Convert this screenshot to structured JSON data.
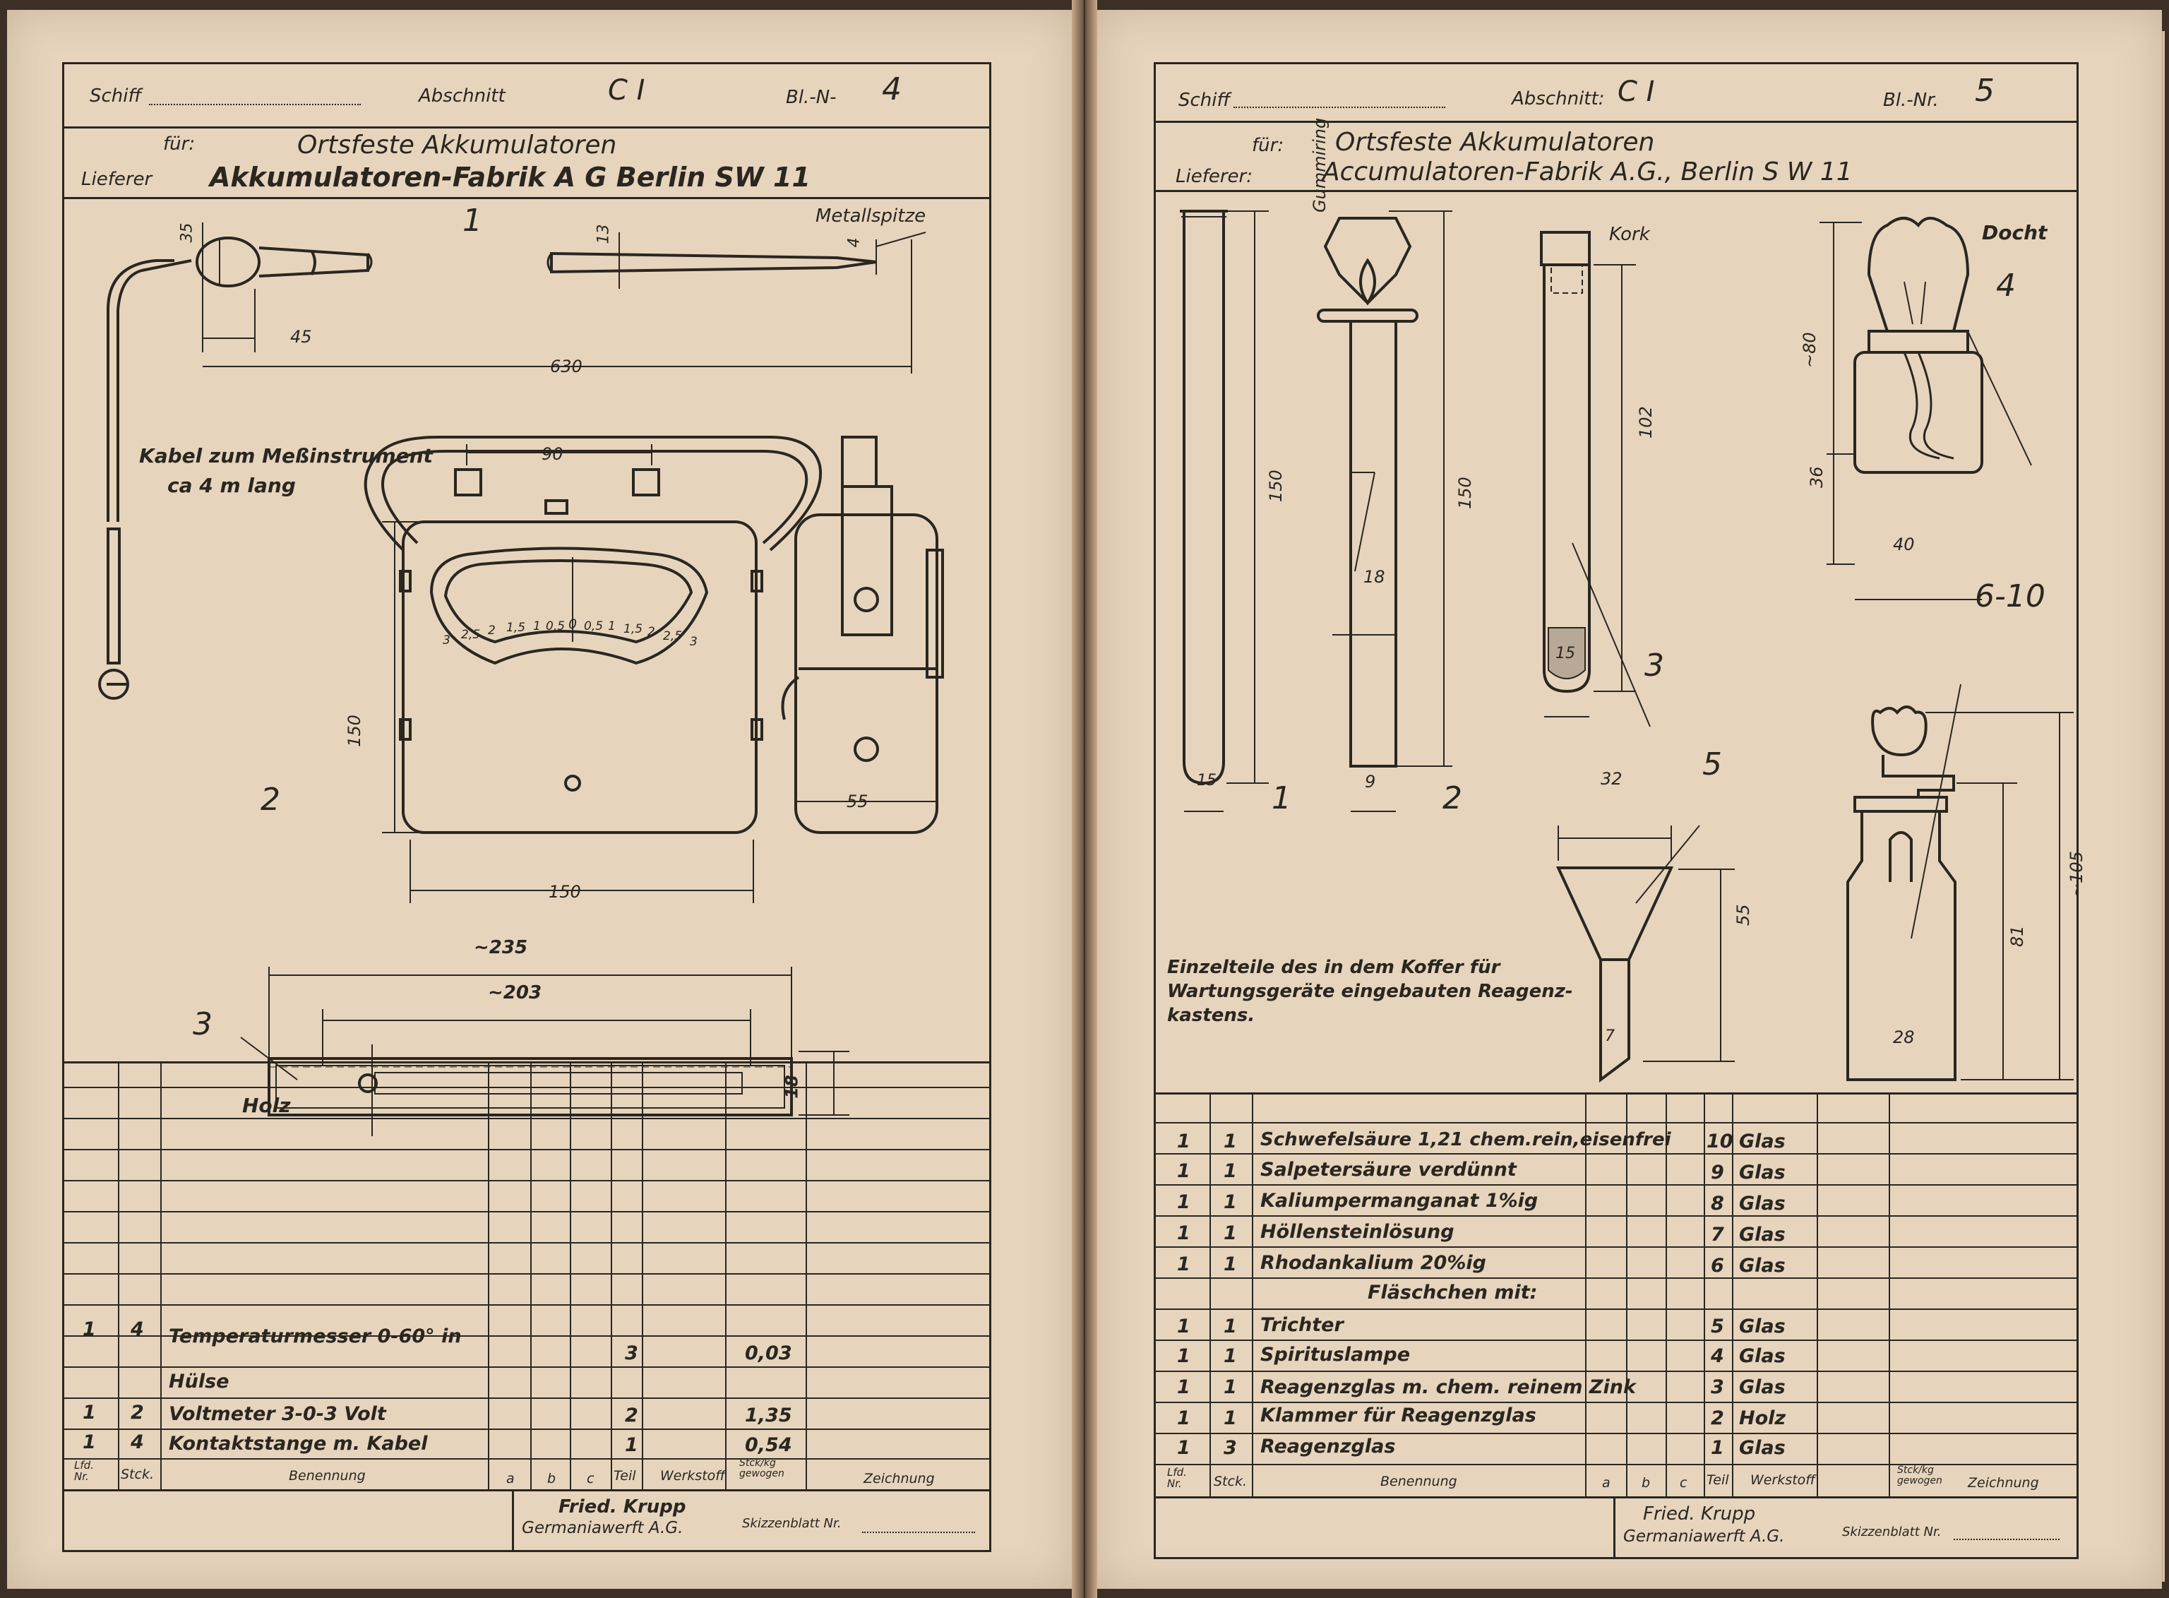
{
  "left": {
    "header": {
      "schiff_label": "Schiff",
      "abschnitt_label": "Abschnitt",
      "abschnitt_value": "C I",
      "blatt_label": "Bl.-N-",
      "blatt_value": "4",
      "fuer_label": "für:",
      "fuer_value": "Ortsfeste Akkumulatoren",
      "lieferer_label": "Lieferer",
      "lieferer_value": "Akkumulatoren-Fabrik A G Berlin SW 11"
    },
    "drawing": {
      "item1_number": "1",
      "dim_35": "35",
      "dim_13": "13",
      "dim_4": "4",
      "metallspitze": "Metallspitze",
      "dim_45": "45",
      "dim_630": "630",
      "kabel_note_1": "Kabel zum Meßinstrument",
      "kabel_note_2": "ca 4 m lang",
      "dim_90": "90",
      "dim_150_h": "150",
      "dim_150_w": "150",
      "dim_55": "55",
      "item2_number": "2",
      "scale_labels": [
        "3",
        "2,5",
        "2",
        "1,5",
        "1",
        "0,5",
        "0",
        "0,5",
        "1",
        "1,5",
        "2",
        "2,5",
        "3"
      ],
      "dim_235": "~235",
      "dim_203": "~203",
      "dim_18": "18",
      "item3_number": "3",
      "holz": "Holz"
    },
    "table": {
      "rows": [
        {
          "lfd": "1",
          "stck": "4",
          "name": "Temperaturmesser 0-60° in",
          "teil": "3",
          "weight": "0,03"
        },
        {
          "lfd": "",
          "stck": "",
          "name": "Hülse",
          "teil": "",
          "weight": ""
        },
        {
          "lfd": "1",
          "stck": "2",
          "name": "Voltmeter 3-0-3 Volt",
          "teil": "2",
          "weight": "1,35"
        },
        {
          "lfd": "1",
          "stck": "4",
          "name": "Kontaktstange m. Kabel",
          "teil": "1",
          "weight": "0,54"
        }
      ],
      "headers": {
        "lfd": "Lfd. Nr.",
        "stck": "Stck.",
        "name": "Benennung",
        "a": "a",
        "b": "b",
        "c": "c",
        "teil": "Teil",
        "werkstoff": "Werkstoff",
        "gewicht": "Stck/kg gewogen",
        "zeichnung": "Zeichnung"
      },
      "footer_company_1": "Fried. Krupp",
      "footer_company_2": "Germaniawerft A.G.",
      "skizzenblatt": "Skizzenblatt Nr."
    }
  },
  "right": {
    "header": {
      "schiff_label": "Schiff",
      "abschnitt_label": "Abschnitt:",
      "abschnitt_value": "C I",
      "blatt_label": "Bl.-Nr.",
      "blatt_value": "5",
      "fuer_label": "für:",
      "fuer_value": "Ortsfeste Akkumulatoren",
      "lieferer_label": "Lieferer:",
      "lieferer_value": "Accumulatoren-Fabrik A.G., Berlin S W 11"
    },
    "drawing": {
      "gummiring": "Gummiring",
      "kork": "Kork",
      "docht": "Docht",
      "dim_150_a": "150",
      "dim_150_b": "150",
      "dim_102": "102",
      "dim_80": "~80",
      "dim_36": "36",
      "dim_40": "40",
      "dim_18": "18",
      "dim_15_a": "15",
      "dim_15_b": "15",
      "dim_9": "9",
      "item1": "1",
      "item2": "2",
      "item3": "3",
      "item4": "4",
      "item5": "5",
      "item6_10": "6-10",
      "dim_32": "32",
      "dim_55": "55",
      "dim_7": "7",
      "dim_105": "~105",
      "dim_81": "81",
      "dim_28": "28",
      "note_1": "Einzelteile des in dem Koffer für",
      "note_2": "Wartungsgeräte eingebauten Reagenz-",
      "note_3": "kastens."
    },
    "table": {
      "rows": [
        {
          "lfd": "1",
          "stck": "1",
          "name": "Schwefelsäure 1,21 chem.rein,eisenfrei",
          "teil": "10",
          "werkstoff": "Glas"
        },
        {
          "lfd": "1",
          "stck": "1",
          "name": "Salpetersäure verdünnt",
          "teil": "9",
          "werkstoff": "Glas"
        },
        {
          "lfd": "1",
          "stck": "1",
          "name": "Kaliumpermanganat 1%ig",
          "teil": "8",
          "werkstoff": "Glas"
        },
        {
          "lfd": "1",
          "stck": "1",
          "name": "Höllensteinlösung",
          "teil": "7",
          "werkstoff": "Glas"
        },
        {
          "lfd": "1",
          "stck": "1",
          "name": "Rhodankalium 20%ig",
          "teil": "6",
          "werkstoff": "Glas"
        },
        {
          "lfd": "",
          "stck": "",
          "name": "Fläschchen mit:",
          "teil": "",
          "werkstoff": ""
        },
        {
          "lfd": "1",
          "stck": "1",
          "name": "Trichter",
          "teil": "5",
          "werkstoff": "Glas"
        },
        {
          "lfd": "1",
          "stck": "1",
          "name": "Spirituslampe",
          "teil": "4",
          "werkstoff": "Glas"
        },
        {
          "lfd": "1",
          "stck": "1",
          "name": "Reagenzglas m. chem. reinem Zink",
          "teil": "3",
          "werkstoff": "Glas"
        },
        {
          "lfd": "1",
          "stck": "1",
          "name": "Klammer für Reagenzglas",
          "teil": "2",
          "werkstoff": "Holz"
        },
        {
          "lfd": "1",
          "stck": "3",
          "name": "Reagenzglas",
          "teil": "1",
          "werkstoff": "Glas"
        }
      ],
      "headers": {
        "lfd": "Lfd. Nr.",
        "stck": "Stck.",
        "name": "Benennung",
        "a": "a",
        "b": "b",
        "c": "c",
        "teil": "Teil",
        "werkstoff": "Werkstoff",
        "gewicht": "Stck/kg gewogen",
        "zeichnung": "Zeichnung"
      },
      "footer_company_1": "Fried. Krupp",
      "footer_company_2": "Germaniawerft A.G.",
      "skizzenblatt": "Skizzenblatt Nr."
    }
  }
}
